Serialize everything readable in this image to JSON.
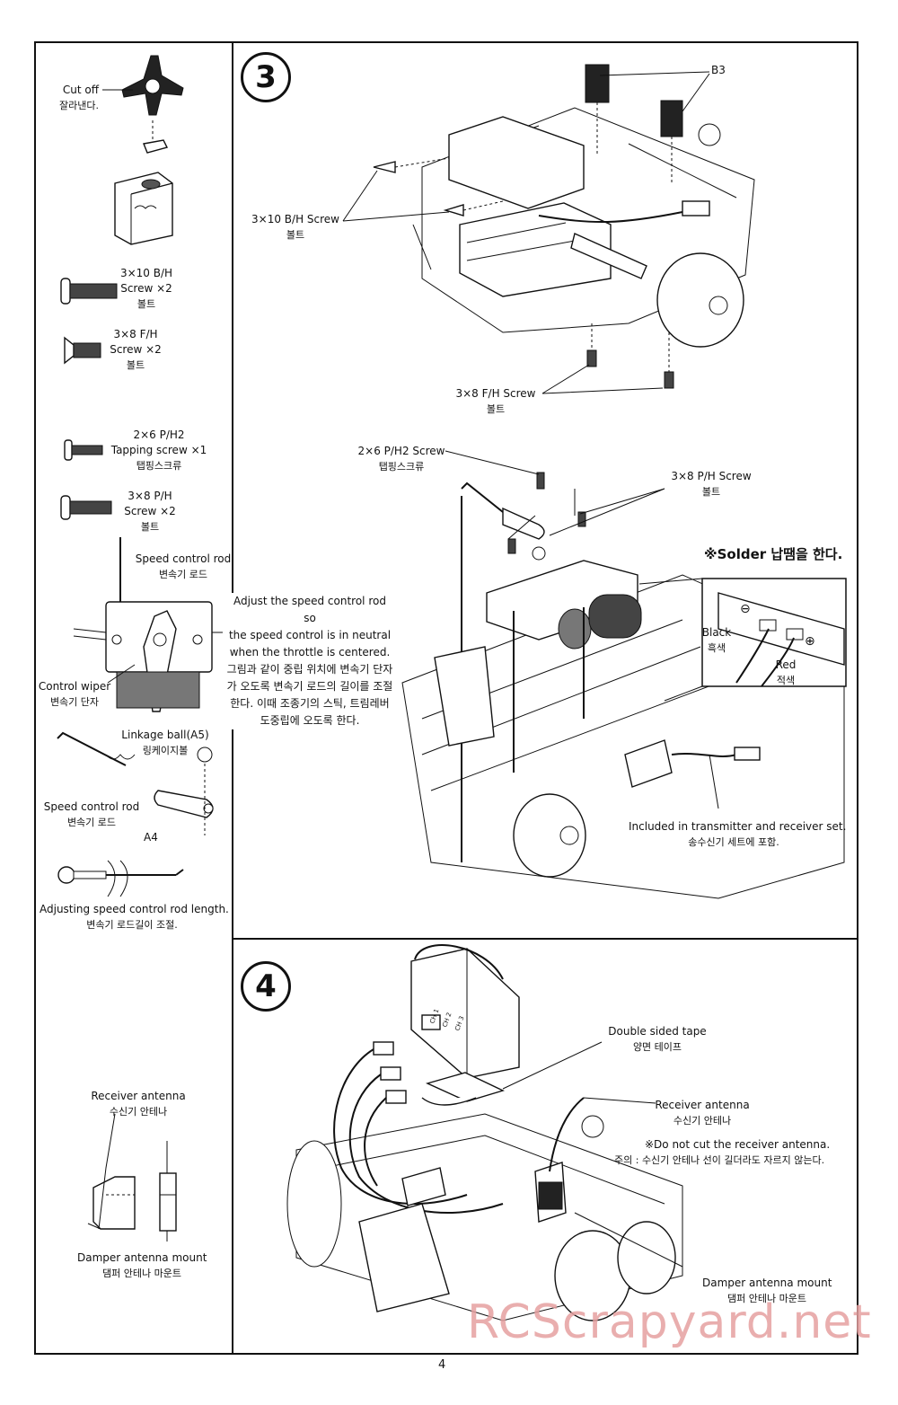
{
  "steps": {
    "step3": "3",
    "step4": "4"
  },
  "left": {
    "cutoff": {
      "en": "Cut off",
      "ko": "잘라낸다."
    },
    "screw_3x10": {
      "l1": "3×10 B/H",
      "l2": "Screw ×2",
      "ko": "볼트"
    },
    "screw_3x8fh": {
      "l1": "3×8 F/H",
      "l2": "Screw ×2",
      "ko": "볼트"
    },
    "screw_2x6": {
      "l1": "2×6 P/H2",
      "l2": "Tapping screw ×1",
      "ko": "탭핑스크류"
    },
    "screw_3x8ph": {
      "l1": "3×8 P/H",
      "l2": "Screw ×2",
      "ko": "볼트"
    },
    "speed_rod_top": {
      "en": "Speed control rod",
      "ko": "변속기 로드"
    },
    "control_wiper": {
      "en": "Control wiper",
      "ko": "변속기 단자"
    },
    "linkage_ball": {
      "en": "Linkage ball(A5)",
      "ko": "링케이지볼"
    },
    "speed_rod_mid": {
      "en": "Speed control rod",
      "ko": "변속기 로드"
    },
    "a4": "A4",
    "adjusting": {
      "en": "Adjusting speed control rod length.",
      "ko": "변속기 로드길이 조절."
    },
    "receiver_antenna": {
      "en": "Receiver antenna",
      "ko": "수신기 안테나"
    },
    "damper_mount": {
      "en": "Damper antenna mount",
      "ko": "댐퍼 안테나 마운트"
    }
  },
  "adjust_note": {
    "l1": "Adjust the speed control rod so",
    "l2": "the speed control is in neutral",
    "l3": "when the throttle is centered.",
    "l4": "그림과 같이 중립 위치에 변속기 단자",
    "l5": "가 오도록 변속기 로드의 길이를 조절",
    "l6": "한다. 이때 조종기의 스틱, 트림레버",
    "l7": "도중립에 오도록 한다."
  },
  "step3": {
    "b3": "B3",
    "screw_3x10": {
      "en": "3×10 B/H Screw",
      "ko": "볼트"
    },
    "screw_3x8fh": {
      "en": "3×8 F/H Screw",
      "ko": "볼트"
    },
    "screw_2x6": {
      "en": "2×6 P/H2 Screw",
      "ko": "탭핑스크류"
    },
    "screw_3x8ph": {
      "en": "3×8 P/H Screw",
      "ko": "볼트"
    },
    "solder": "※Solder 납땜을 한다.",
    "black": {
      "en": "Black",
      "ko": "흑색"
    },
    "red": {
      "en": "Red",
      "ko": "적색"
    },
    "minus": "⊖",
    "plus": "⊕",
    "included": {
      "en": "Included in transmitter and receiver set.",
      "ko": "송수신기 세트에 포함."
    }
  },
  "step4": {
    "tape": {
      "en": "Double sided tape",
      "ko": "양면 테이프"
    },
    "antenna": {
      "en": "Receiver antenna",
      "ko": "수신기 안테나"
    },
    "warn": {
      "en": "※Do not cut the receiver antenna.",
      "ko": "주의 : 수신기 안테나 선이 길더라도 자르지 않는다."
    },
    "damper": {
      "en": "Damper antenna mount",
      "ko": "댐퍼 안테나 마운트"
    },
    "receiver_marks": {
      "ch1": "CH 1",
      "ch2": "CH 2",
      "ch3": "CH 3"
    }
  },
  "watermark": "RCScrapyard.net",
  "page_number": "4"
}
